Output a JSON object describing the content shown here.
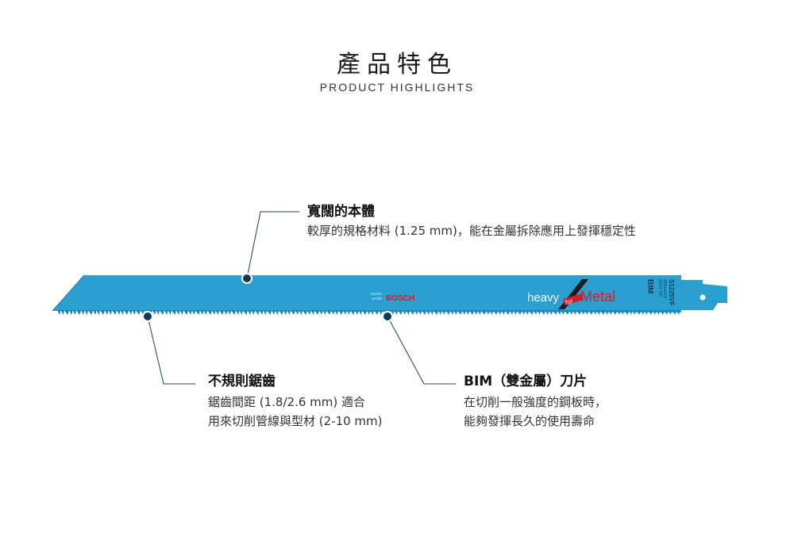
{
  "header": {
    "title": "產品特色",
    "subtitle": "PRODUCT HIGHLIGHTS"
  },
  "blade": {
    "brand_small_1": "SWISS",
    "brand_small_2": "MADE",
    "brand": "BOSCH",
    "logo_left": "heavy",
    "logo_mid": "for",
    "logo_right": "Metal",
    "code": "S1225VF",
    "size_1": "300mm/12\"",
    "size_2": "10/14 TPI",
    "material": "BIM",
    "colors": {
      "blade": "#2a9fd0",
      "blade_edge": "#1c82b3",
      "brand_red": "#d0202e",
      "dot": "#0e3a5c"
    }
  },
  "callouts": [
    {
      "heading": "寬闊的本體",
      "desc": [
        "較厚的規格材料 (1.25 mm)，能在金屬拆除應用上發揮穩定性"
      ]
    },
    {
      "heading": "不規則鋸齒",
      "desc": [
        "鋸齒間距 (1.8/2.6 mm) 適合",
        "用來切削管線與型材 (2-10 mm)"
      ]
    },
    {
      "heading": "BIM（雙金屬）刀片",
      "desc": [
        "在切削一般強度的鋼板時，",
        "能夠發揮長久的使用壽命"
      ]
    }
  ]
}
